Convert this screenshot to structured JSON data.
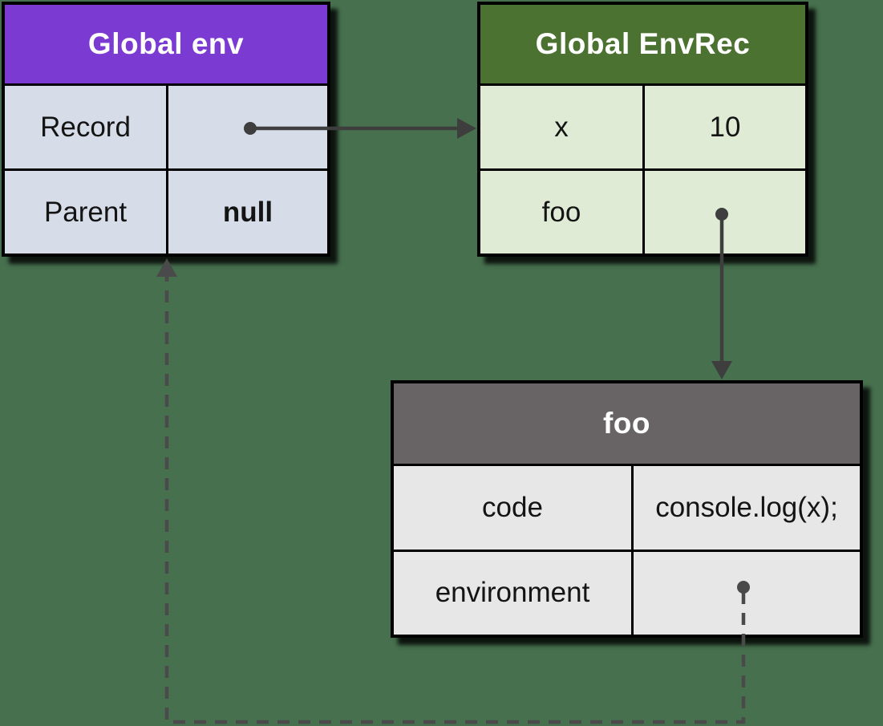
{
  "background_color": "#47704E",
  "tables": {
    "global_env": {
      "title": "Global env",
      "header_color": "#7B3BD2",
      "cell_color": "#D6DDE8",
      "rows": [
        {
          "label": "Record",
          "value": ""
        },
        {
          "label": "Parent",
          "value": "null"
        }
      ]
    },
    "global_envrec": {
      "title": "Global EnvRec",
      "header_color": "#4B7231",
      "cell_color": "#DFEBD5",
      "rows": [
        {
          "label": "x",
          "value": "10"
        },
        {
          "label": "foo",
          "value": ""
        }
      ]
    },
    "foo": {
      "title": "foo",
      "header_color": "#686465",
      "cell_color": "#E7E7E7",
      "rows": [
        {
          "label": "code",
          "value": "console.log(x);"
        },
        {
          "label": "environment",
          "value": ""
        }
      ]
    }
  },
  "arrows": {
    "solid_color": "#3E3E3E",
    "dashed_color": "#4A4A4A",
    "record_to_envrec": {
      "style": "solid",
      "from": "global_env.Record",
      "to": "global_envrec"
    },
    "foo_to_foo_object": {
      "style": "solid",
      "from": "global_envrec.foo",
      "to": "foo"
    },
    "environment_to_global_env": {
      "style": "dashed",
      "from": "foo.environment",
      "to": "global_env"
    }
  }
}
